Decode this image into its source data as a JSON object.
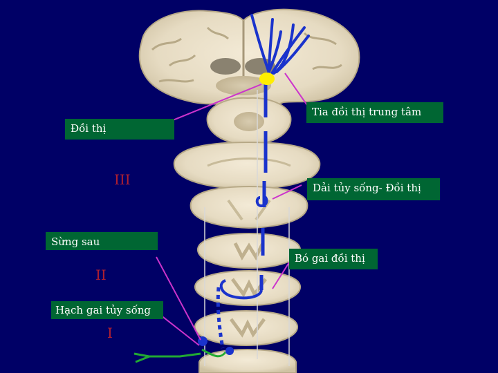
{
  "labels": {
    "thalamus": "Đồi thị",
    "central_thalamic_radiation": "Tia đồi thị trung tâm",
    "spinothalamic_lemniscus": "Dải tủy sống- Đồi thị",
    "dorsal_horn": "Sừng sau",
    "spinothalamic_tract": "Bó gai đồi thị",
    "dorsal_root_ganglion": "Hạch gai tủy sống"
  },
  "neuron_orders": {
    "third": "III",
    "second": "II",
    "first": "I"
  },
  "colors": {
    "background": "#000066",
    "label_box": "#006633",
    "tract_blue": "#1a33cc",
    "pointer_magenta": "#cc33cc",
    "first_neuron_green": "#22aa33",
    "cell_body_yellow": "#ffee00",
    "order_numeral": "#b02030"
  }
}
